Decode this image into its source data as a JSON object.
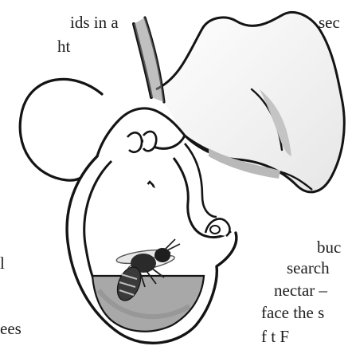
{
  "text_fragments": {
    "top_left_1": "ids in a",
    "top_left_2": "ht",
    "top_right_1": "sec",
    "mid_left_1": "l",
    "bottom_left_1": "ees",
    "bottom_right_1": "buc",
    "bottom_right_2": "search",
    "bottom_right_3": "nectar –",
    "bottom_right_4": "face the s",
    "bottom_right_5": "f t  F"
  },
  "illustration": {
    "subject": "orchid-flower-cross-section-with-bee",
    "colors": {
      "outline": "#141414",
      "petal_fill": "#ffffff",
      "inner_shade": "#b9b9b9",
      "nectar_fill": "#a8a8a8",
      "bee_body": "#2a2a2a"
    }
  }
}
